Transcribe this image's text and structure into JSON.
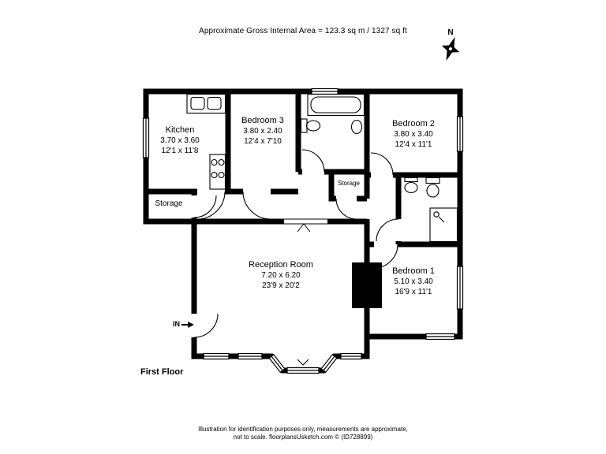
{
  "header": {
    "area_text": "Approximate Gross Internal Area = 123.3 sq m / 1327 sq ft"
  },
  "compass": {
    "north_label": "N"
  },
  "plan": {
    "floor_label": "First Floor",
    "entrance_label": "IN",
    "rooms": [
      {
        "id": "kitchen",
        "name": "Kitchen",
        "metric": "3.70 x 3.60",
        "imperial": "12'1 x 11'8"
      },
      {
        "id": "bedroom-3",
        "name": "Bedroom 3",
        "metric": "3.80 x 2.40",
        "imperial": "12'4 x 7'10"
      },
      {
        "id": "bedroom-2",
        "name": "Bedroom 2",
        "metric": "3.80 x 3.40",
        "imperial": "12'4 x 11'1"
      },
      {
        "id": "bedroom-1",
        "name": "Bedroom 1",
        "metric": "5.10 x 3.40",
        "imperial": "16'9 x 11'1"
      },
      {
        "id": "reception-room",
        "name": "Reception Room",
        "metric": "7.20 x 6.20",
        "imperial": "23'9 x 20'2"
      },
      {
        "id": "storage-left",
        "name": "Storage"
      },
      {
        "id": "storage-middle",
        "name": "Storage"
      }
    ]
  },
  "footer": {
    "line1": "Illustration for identification purposes only, measurements are approximate,",
    "line2": "not to scale. floorplansUsketch.com © (ID728899)"
  },
  "colors": {
    "walls": "#000000",
    "background": "#ffffff",
    "text": "#000000"
  }
}
